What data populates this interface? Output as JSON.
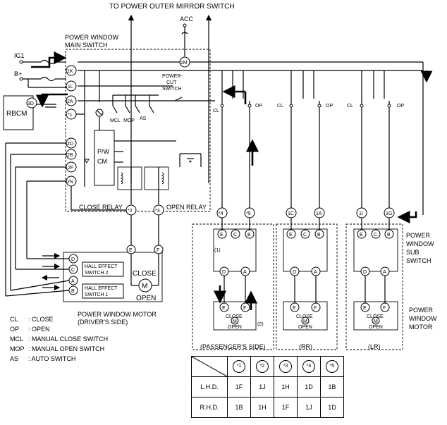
{
  "title_top": "TO POWER OUTER MIRROR SWITCH",
  "labels": {
    "acc": "ACC",
    "main_switch": [
      "POWER WINDOW",
      "MAIN SWITCH"
    ],
    "ig1": "IG1",
    "bplus": "B+",
    "rbcm": "RBCM",
    "power_cut": [
      "POWER-",
      "CUT",
      "SWITCH"
    ],
    "mcl": "MCL",
    "mop": "MOP",
    "as": "AS",
    "pwcm": [
      "P/W",
      "CM"
    ],
    "close_relay": "CLOSE RELAY",
    "open_relay": "OPEN RELAY",
    "cl": "CL",
    "op": "OP",
    "hall2": [
      "HALL EFFECT",
      "SWITCH 2"
    ],
    "hall1": [
      "HALL EFFECT",
      "SWITCH 1"
    ],
    "close": "CLOSE",
    "open": "OPEN",
    "motor_m": "M",
    "pw_motor_driver": [
      "POWER WINDOW MOTOR",
      "(DRIVER'S SIDE)"
    ],
    "sub_switch": [
      "POWER",
      "WINDOW",
      "SUB",
      "SWITCH"
    ],
    "pw_motor": [
      "POWER",
      "WINDOW",
      "MOTOR"
    ],
    "passenger": "(PASSENGER'S SIDE)",
    "rr": "(RR)",
    "lr": "(LR)",
    "note1": "(1)",
    "note2": "(2)"
  },
  "connectors": {
    "main": [
      "2M",
      "1K",
      "1L",
      "2A",
      "3D",
      "*1",
      "2D",
      "2B",
      "2F",
      "2N"
    ],
    "relay_out": [
      "*2",
      "*3",
      "*4",
      "*5",
      "1C",
      "1A",
      "1I",
      "1G"
    ],
    "motor_pins": [
      "D",
      "C",
      "A",
      "B",
      "E",
      "F"
    ],
    "sub_pins": [
      "E",
      "C",
      "B",
      "D",
      "A"
    ],
    "motor_ef": [
      "E",
      "F"
    ]
  },
  "legend": [
    {
      "abbr": "CL",
      "desc": ": CLOSE"
    },
    {
      "abbr": "OP",
      "desc": ": OPEN"
    },
    {
      "abbr": "MCL",
      "desc": ": MANUAL CLOSE SWITCH"
    },
    {
      "abbr": "MOP",
      "desc": ": MANUAL OPEN SWITCH"
    },
    {
      "abbr": "AS",
      "desc": ": AUTO SWITCH"
    }
  ],
  "pin_table": {
    "headers": [
      "*1",
      "*2",
      "*3",
      "*4",
      "*5"
    ],
    "rows": [
      {
        "label": "L.H.D.",
        "values": [
          "1F",
          "1J",
          "1H",
          "1D",
          "1B"
        ]
      },
      {
        "label": "R.H.D.",
        "values": [
          "1B",
          "1H",
          "1F",
          "1J",
          "1D"
        ]
      }
    ]
  }
}
